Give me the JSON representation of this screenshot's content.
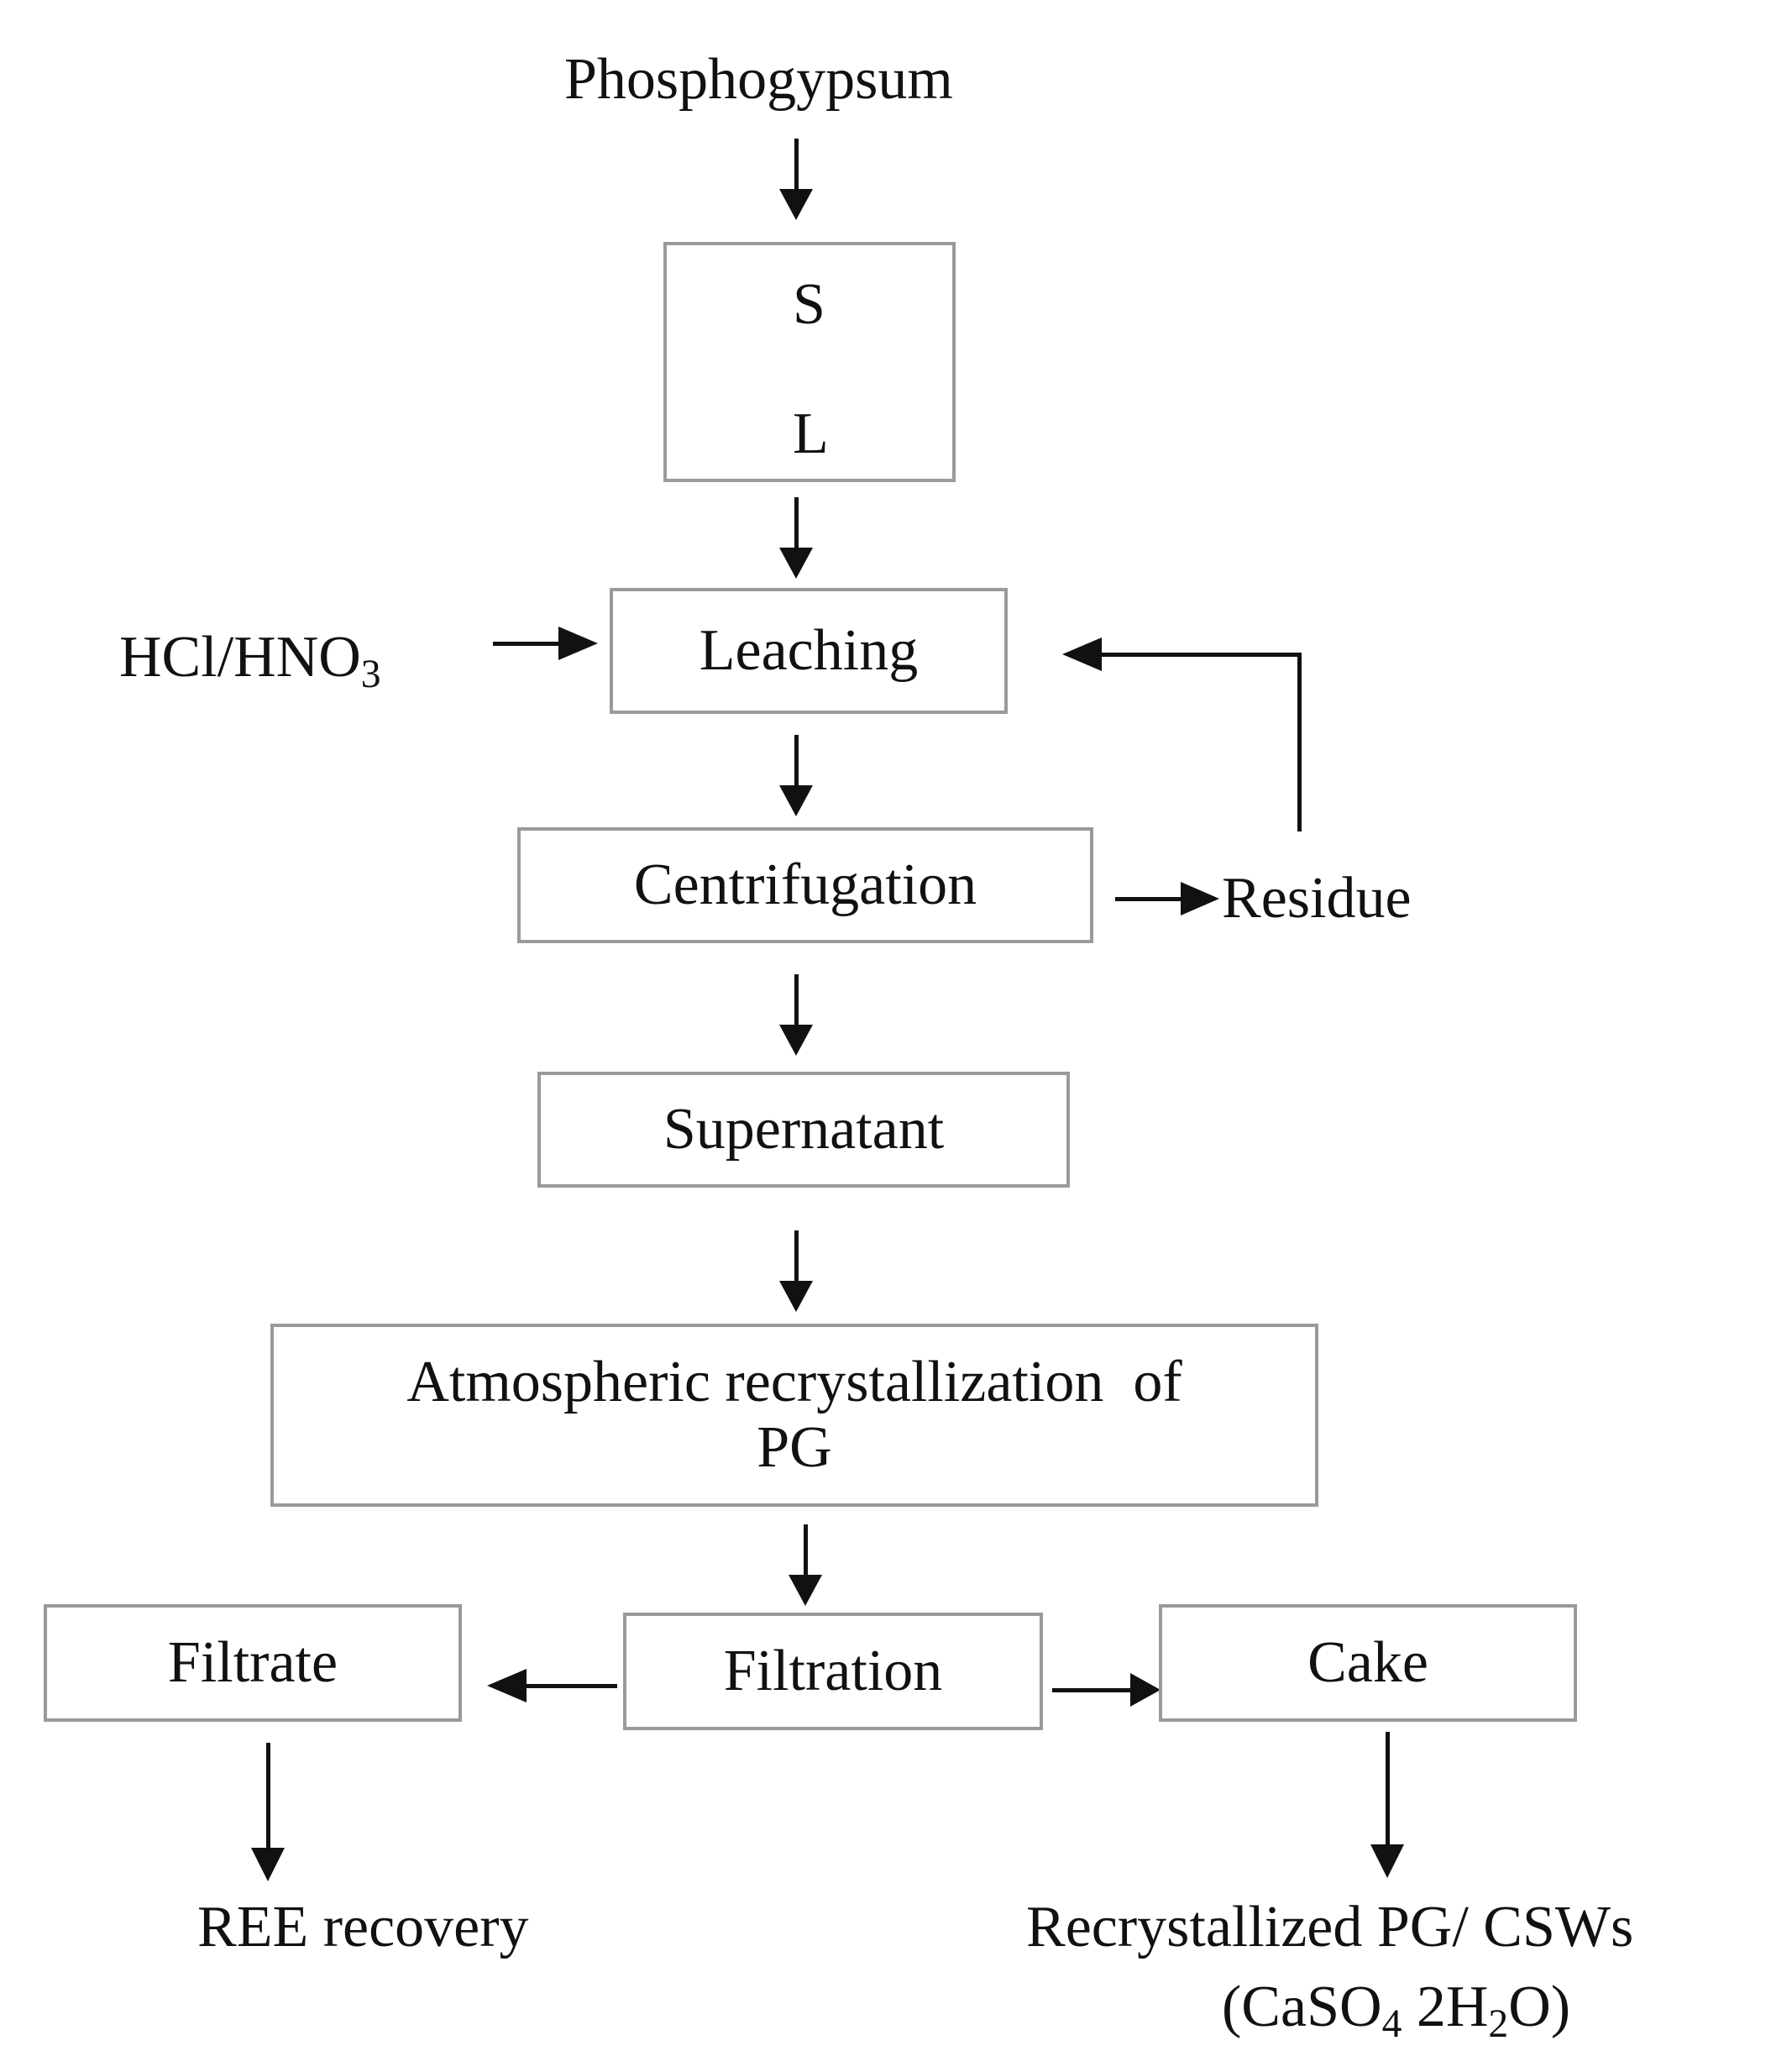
{
  "source": "Phosphogypsum",
  "separator": {
    "top": "S",
    "bottom": "L"
  },
  "reagent": {
    "formula": "HCl/HNO",
    "subscript": "3"
  },
  "steps": {
    "leaching": "Leaching",
    "centrifugation": "Centrifugation",
    "residue": "Residue",
    "supernatant": "Supernatant",
    "recrystallization_line1": "Atmospheric recrystallization  of",
    "recrystallization_line2": "PG",
    "filtration": "Filtration",
    "filtrate": "Filtrate",
    "cake": "Cake"
  },
  "outputs": {
    "ree": "REE recovery",
    "recrystallized": "Recrystallized PG/ CSWs",
    "formula": {
      "open": "(CaSO",
      "sub1": "4",
      "mid": " 2H",
      "sub2": "2",
      "close": "O)"
    }
  }
}
